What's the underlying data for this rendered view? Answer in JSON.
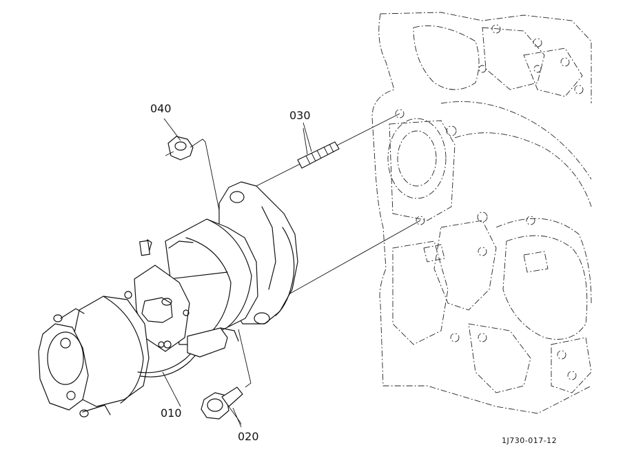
{
  "callouts": {
    "c040": "040",
    "c030": "030",
    "c010": "010",
    "c020": "020"
  },
  "figure_code": "1J730-017-12",
  "parts": [
    {
      "ref": "010",
      "icon": "starter-motor-icon"
    },
    {
      "ref": "020",
      "icon": "flange-bolt-icon"
    },
    {
      "ref": "030",
      "icon": "stud-icon"
    },
    {
      "ref": "040",
      "icon": "flange-nut-icon"
    }
  ]
}
